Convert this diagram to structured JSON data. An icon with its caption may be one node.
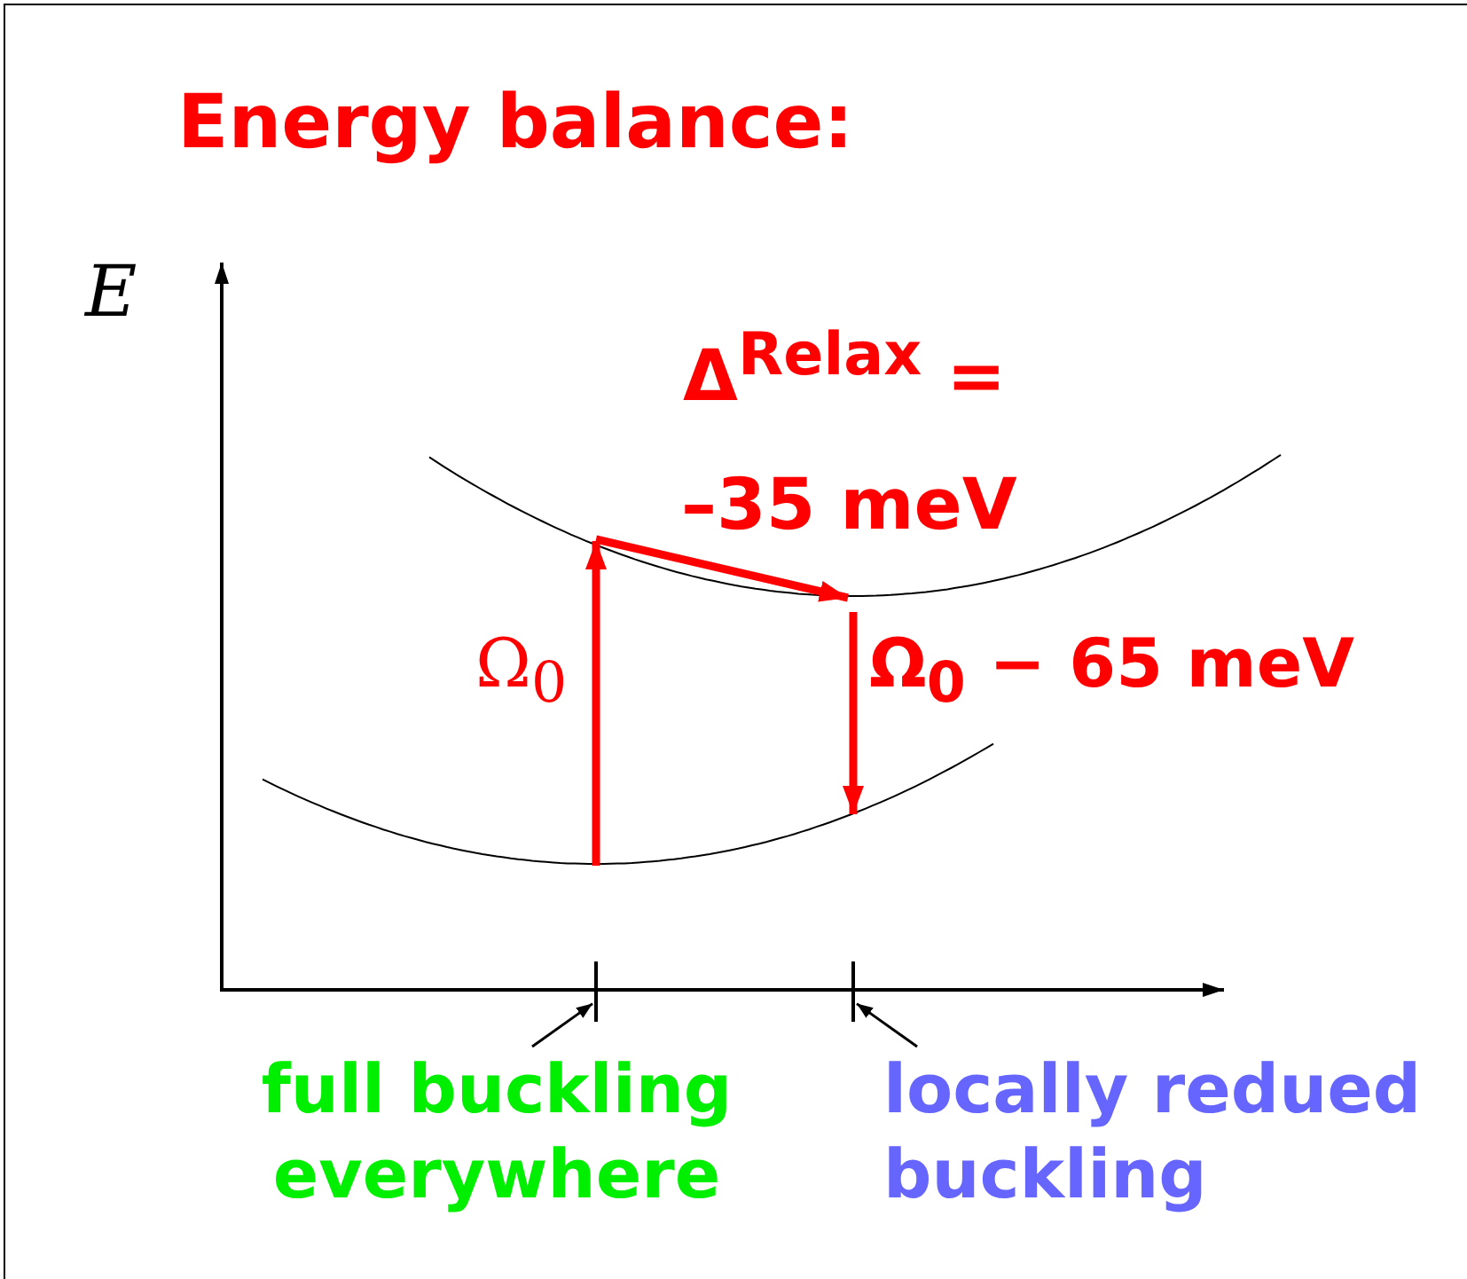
{
  "diagram": {
    "title": "Energy balance:",
    "nodes": [
      {
        "text": [
          "full buckling everywhere"
        ]
      },
      {
        "text": [],
        "shape": "bar"
      },
      {
        "text": [
          "locally redued buckling"
        ]
      },
      {
        "text": [],
        "shape": "bar"
      }
    ],
    "edges": [
      {
        "from": 0,
        "to": 1,
        "arrow": "to"
      },
      {
        "from": 2,
        "to": 3,
        "arrow": "to"
      }
    ],
    "labels": [
      "E",
      "Δ$^{Relax}$ =",
      "–35 meV",
      "Ω$_{0}$",
      "Ω$_{0}$ − 65 meV"
    ]
  }
}
